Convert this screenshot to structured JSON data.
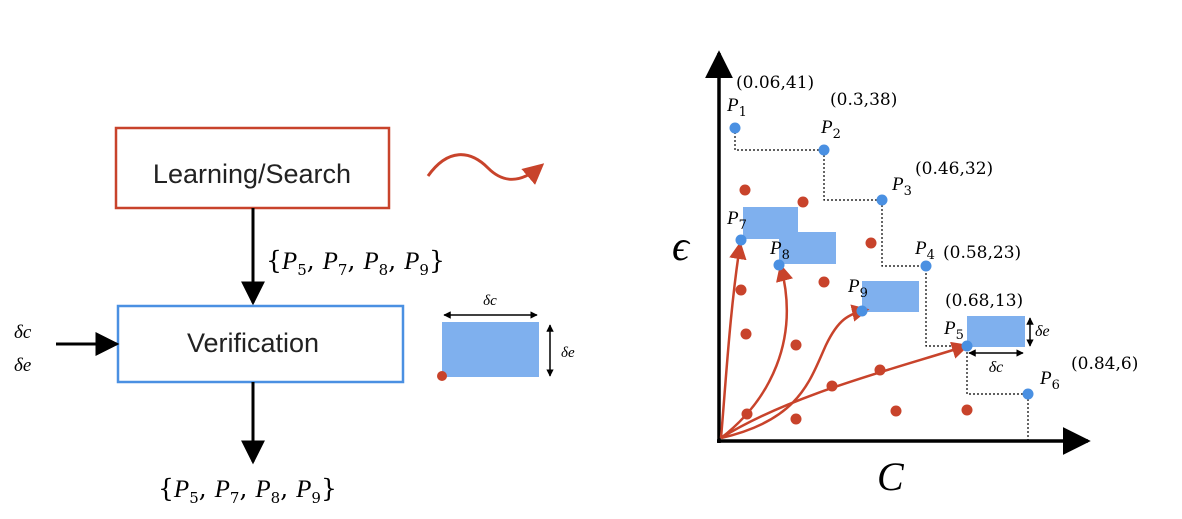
{
  "colors": {
    "red": "#c8432b",
    "blue": "#4a90e2",
    "blue_fill": "#7fb0ee",
    "black": "#000000"
  },
  "left": {
    "learning_box_label": "Learning/Search",
    "verification_box_label": "Verification",
    "set_middle": {
      "open": "{",
      "parts": [
        "5",
        "7",
        "8",
        "9"
      ],
      "close": "}"
    },
    "set_bottom": {
      "open": "{",
      "parts": [
        "5",
        "7",
        "8",
        "9"
      ],
      "close": "}"
    },
    "inputs": [
      "δc",
      "δe"
    ],
    "legend": {
      "width_label": "δc",
      "height_label": "δe"
    },
    "squiggle_icon": "wavy-arrow-icon"
  },
  "plot": {
    "y_axis_label": "ϵ",
    "x_axis_label": "C",
    "pareto_points": [
      {
        "name": "P",
        "sub": "1",
        "coord": "(0.06,41)"
      },
      {
        "name": "P",
        "sub": "2",
        "coord": "(0.3,38)"
      },
      {
        "name": "P",
        "sub": "3",
        "coord": "(0.46,32)"
      },
      {
        "name": "P",
        "sub": "4",
        "coord": "(0.58,23)"
      },
      {
        "name": "P",
        "sub": "5",
        "coord": "(0.68,13)"
      },
      {
        "name": "P",
        "sub": "6",
        "coord": "(0.84,6)"
      }
    ],
    "verified_points": [
      {
        "name": "P",
        "sub": "7"
      },
      {
        "name": "P",
        "sub": "8"
      },
      {
        "name": "P",
        "sub": "9"
      }
    ],
    "box_labels": {
      "dc": "δc",
      "de": "δe"
    }
  }
}
